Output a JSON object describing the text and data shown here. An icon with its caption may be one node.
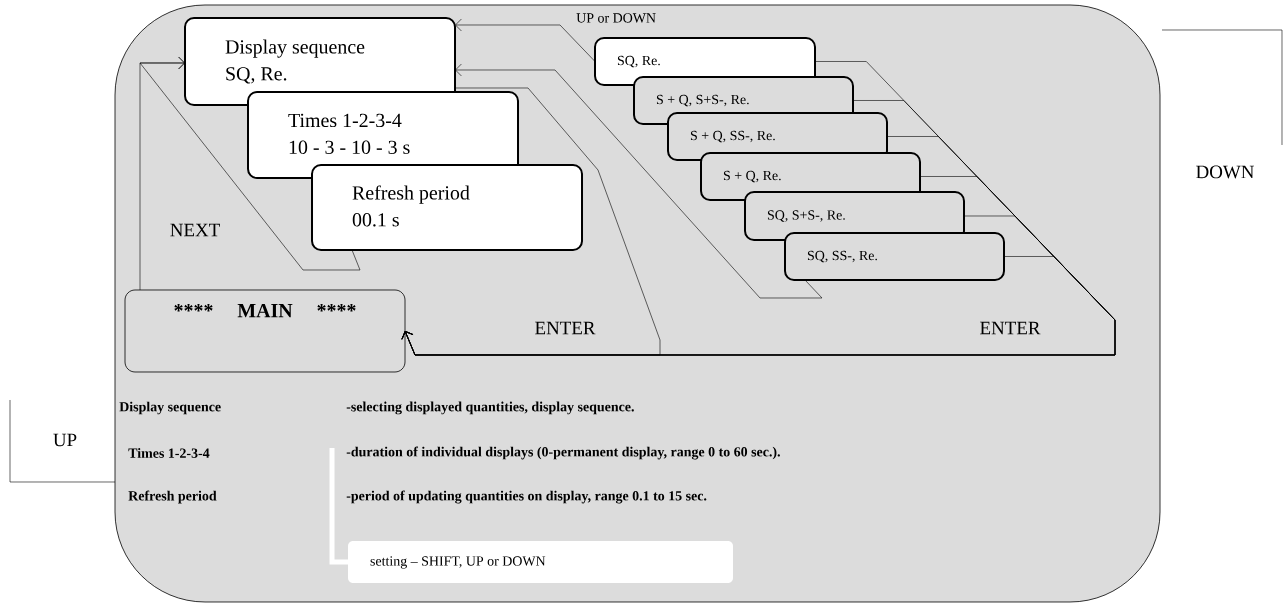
{
  "diagram": {
    "nodes": [
      {
        "text": [],
        "shape": "box"
      },
      {
        "text": [
          "Display sequence",
          "SQ, Re."
        ],
        "in": 0
      },
      {
        "text": [
          "Times 1-2-3-4",
          "10 - 3 - 10 - 3 s"
        ],
        "in": 0
      },
      {
        "text": [
          "Refresh period",
          "00.1 s"
        ],
        "in": 0
      },
      {
        "text": [
          "****",
          "MAIN",
          "****"
        ],
        "in": 0
      },
      {
        "text": [
          "SQ, Re."
        ],
        "in": 0
      },
      {
        "text": [
          "S + Q, S+S-, Re."
        ],
        "in": 0
      },
      {
        "text": [
          "S + Q, SS-, Re."
        ],
        "in": 0
      },
      {
        "text": [
          "S + Q, Re."
        ],
        "in": 0
      },
      {
        "text": [
          "SQ, S+S-, Re."
        ],
        "in": 0
      },
      {
        "text": [
          "SQ, SS-, Re."
        ],
        "in": 0
      },
      {
        "text": [
          "setting – SHIFT, UP or DOWN"
        ],
        "in": 0
      }
    ],
    "edges": [
      {
        "from": 4,
        "to": 1,
        "arrow": "to"
      },
      {
        "from": 3,
        "to": 1,
        "arrow": "to"
      },
      {
        "from": 5,
        "to": 1,
        "arrow": "to"
      },
      {
        "from": 10,
        "to": 1,
        "arrow": "to"
      },
      {
        "from": 1,
        "to": 4,
        "arrow": "to"
      },
      {
        "from": 5,
        "to": 4,
        "arrow": "to"
      },
      {
        "from": 6,
        "to": 4,
        "arrow": "to"
      },
      {
        "from": 7,
        "to": 4,
        "arrow": "to"
      },
      {
        "from": 8,
        "to": 4,
        "arrow": "to"
      },
      {
        "from": 9,
        "to": 4,
        "arrow": "to"
      },
      {
        "from": 10,
        "to": 4,
        "arrow": "to"
      }
    ],
    "labels": [
      "UP or DOWN",
      "NEXT",
      "ENTER",
      "ENTER",
      "DOWN",
      "Display sequence",
      "-selecting displayed quantities, display sequence.",
      "Times 1-2-3-4",
      "-duration of individual displays (0-permanent display, range 0 to 60 sec.).",
      "Refresh period",
      "-period of updating quantities on display, range 0.1 to 15 sec.",
      "UP"
    ]
  }
}
